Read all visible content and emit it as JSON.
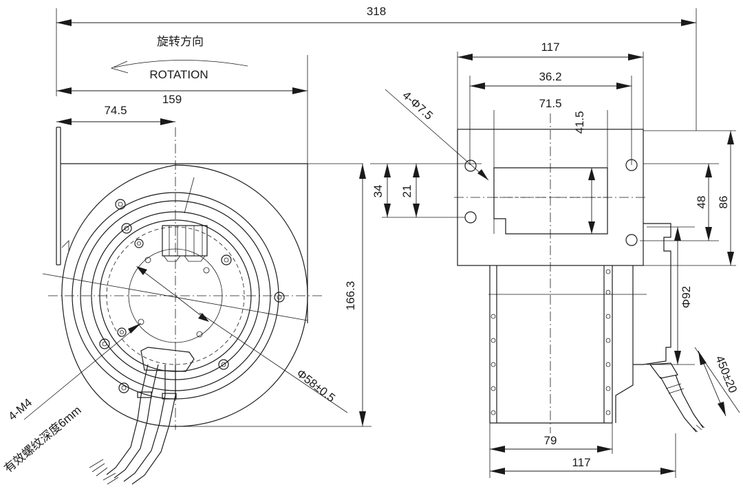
{
  "front_view": {
    "rotation_label_cn": "旋转方向",
    "rotation_label_en": "ROTATION",
    "thread_callout": "4-M4",
    "thread_depth_note": "有效螺纹深度6mm",
    "dims": {
      "overall_width": "318",
      "flange_width": "159",
      "half_width": "74.5",
      "height": "166.3",
      "bore_dia": "Φ58±0.5"
    }
  },
  "side_view": {
    "hole_callout": "4-Φ7.5",
    "dims": {
      "top_width": "117",
      "hole_spacing": "36.2",
      "mount_width": "71.5",
      "mount_height": "41.5",
      "offset_34": "34",
      "offset_21": "21",
      "spacing_48": "48",
      "height_86": "86",
      "motor_dia": "Φ92",
      "lead_length": "450±20",
      "bottom_inner": "79",
      "bottom_width": "117"
    }
  }
}
